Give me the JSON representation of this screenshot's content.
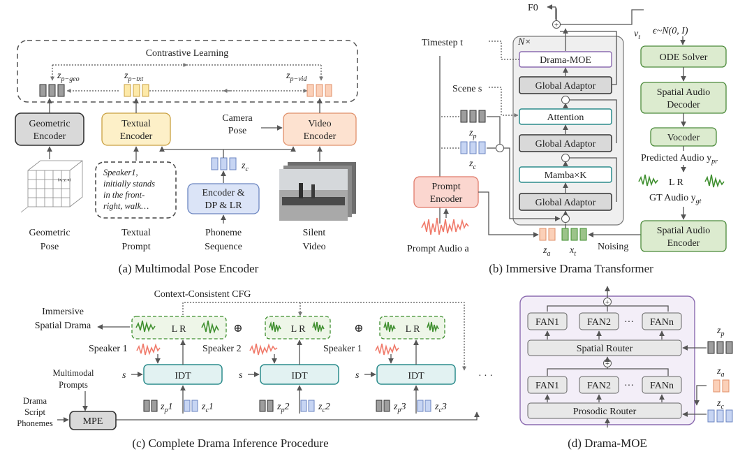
{
  "panel_a": {
    "caption": "(a) Multimodal Pose Encoder",
    "contrastive": "Contrastive Learning",
    "z_geo": "z",
    "z_geo_sub": "p−geo",
    "z_txt": "z",
    "z_txt_sub": "p−txt",
    "z_vid": "z",
    "z_vid_sub": "p−vid",
    "geo_encoder": [
      "Geometric",
      "Encoder"
    ],
    "txt_encoder": [
      "Textual",
      "Encoder"
    ],
    "vid_encoder": [
      "Video",
      "Encoder"
    ],
    "camera_pose": [
      "Camera",
      "Pose"
    ],
    "phoneme_encoder": [
      "Encoder &",
      "DP & LR"
    ],
    "z_c": "z",
    "z_c_sub": "c",
    "prompt_text": [
      "Speaker1,",
      "initially stands",
      "in the front-",
      "right, walk…"
    ],
    "axis_label": "(x, y, z)",
    "labels": {
      "geo": [
        "Geometric",
        "Pose"
      ],
      "txt": [
        "Textual",
        "Prompt"
      ],
      "pho": [
        "Phoneme",
        "Sequence"
      ],
      "vid": [
        "Silent",
        "Video"
      ]
    }
  },
  "panel_b": {
    "caption": "(b) Immersive Drama Transformer",
    "f0": "F0",
    "vt": "v",
    "vt_sub": "t",
    "noise": "ϵ~N(0, I)",
    "nx": "N×",
    "timestep": "Timestep t",
    "scene": "Scene s",
    "drama_moe": "Drama-MOE",
    "global_adaptor": "Global Adaptor",
    "attention": "Attention",
    "mamba": "Mamba×K",
    "ode": "ODE Solver",
    "sad": [
      "Spatial Audio",
      "Decoder"
    ],
    "vocoder": "Vocoder",
    "pred_audio": "Predicted Audio y",
    "pred_sub": "pr",
    "lr": "L    R",
    "gt_audio": "GT Audio y",
    "gt_sub": "gt",
    "sae": [
      "Spatial Audio",
      "Encoder"
    ],
    "noising": "Noising",
    "prompt_encoder": [
      "Prompt",
      "Encoder"
    ],
    "prompt_audio": "Prompt Audio a",
    "zp": "z",
    "zp_sub": "p",
    "zc": "z",
    "zc_sub": "c",
    "za": "z",
    "za_sub": "a",
    "xt": "x",
    "xt_sub": "t"
  },
  "panel_c": {
    "caption": "(c) Complete Drama Inference Procedure",
    "cfg": "Context-Consistent CFG",
    "immersive": [
      "Immersive",
      "Spatial Drama"
    ],
    "lr": "L   R",
    "speakers": [
      "Speaker 1",
      "Speaker 2",
      "Speaker 1"
    ],
    "idt": "IDT",
    "s": "s",
    "multimodal": [
      "Multimodal",
      "Prompts"
    ],
    "script": [
      "Drama",
      "Script",
      "Phonemes"
    ],
    "mpe": "MPE",
    "zp_labels": [
      "1",
      "2",
      "3"
    ],
    "zc_labels": [
      "1",
      "2",
      "3"
    ],
    "ellipsis": "· · ·"
  },
  "panel_d": {
    "caption": "(d) Drama-MOE",
    "fan1": "FAN1",
    "fan2": "FAN2",
    "fann": "FANn",
    "dots": "···",
    "spatial_router": "Spatial Router",
    "prosodic_router": "Prosodic Router",
    "zp": "z",
    "zp_sub": "p",
    "za": "z",
    "za_sub": "a",
    "zc": "z",
    "zc_sub": "c"
  },
  "colors": {
    "gray_box": "#d9d9d9",
    "yellow_box": "#fdf0c8",
    "orange_box": "#fde2d0",
    "blue_box": "#dbe4f7",
    "teal_border": "#2c8c8c",
    "green_box": "#dcebcf",
    "purple_border": "#8b6bb0",
    "salmon_box": "#fbd6cf",
    "red_wave": "#f07a6a",
    "green_wave": "#3f8f2f"
  }
}
